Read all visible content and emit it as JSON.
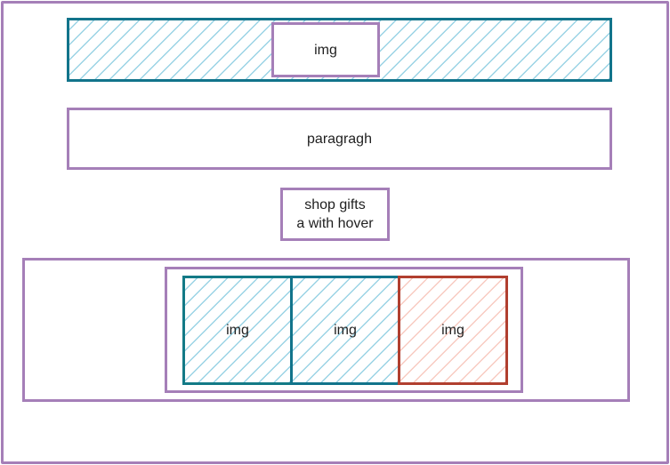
{
  "banner": {
    "image_label": "img"
  },
  "paragraph": {
    "label": "paragragh"
  },
  "shop_link": {
    "line1": "shop gifts",
    "line2": "a with hover"
  },
  "gallery": {
    "tiles": [
      {
        "label": "img",
        "color": "#137a86"
      },
      {
        "label": "img",
        "color": "#12748b"
      },
      {
        "label": "img",
        "color": "#b13f2f"
      }
    ]
  },
  "colors": {
    "frame": "#a57fb8",
    "hatch_blue": "#78c4dc",
    "hatch_red": "#f5b9ac"
  }
}
